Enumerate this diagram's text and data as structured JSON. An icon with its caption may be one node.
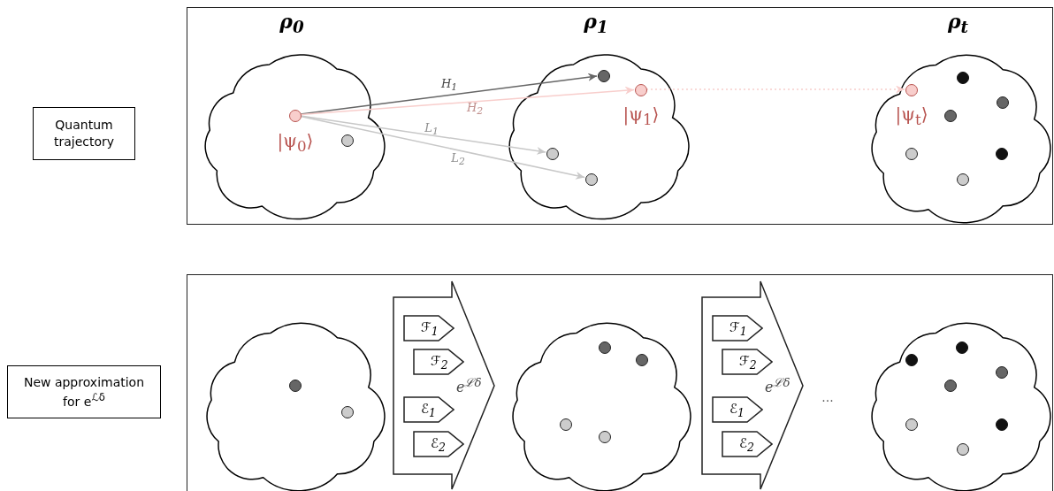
{
  "diagram": {
    "nodes": [
      {
        "text": [
          "Quantum trajectory"
        ]
      },
      {
        "text": [],
        "shape": "box"
      },
      {
        "text": [
          "ρ$_{0}$"
        ],
        "in": 1
      },
      {
        "text": [],
        "shape": "circle",
        "in": 2,
        "beside": [
          "|ψ$_{0}$⟩"
        ]
      },
      {
        "text": [],
        "shape": "circle",
        "in": 2
      },
      {
        "text": [
          "ρ$_{1}$"
        ],
        "in": 1
      },
      {
        "text": [],
        "shape": "circle",
        "in": 5
      },
      {
        "text": [],
        "shape": "circle",
        "in": 5,
        "beside": [
          "|ψ$_{1}$⟩"
        ]
      },
      {
        "text": [],
        "shape": "circle",
        "in": 5
      },
      {
        "text": [],
        "shape": "circle",
        "in": 5
      },
      {
        "text": [
          "ρ$_{t}$"
        ],
        "in": 1
      },
      {
        "text": [],
        "shape": "circle",
        "in": 10,
        "beside": [
          "|ψ$_{t}$⟩"
        ]
      },
      {
        "text": [],
        "shape": "circle",
        "in": 10
      },
      {
        "text": [],
        "shape": "circle",
        "in": 10
      },
      {
        "text": [],
        "shape": "circle",
        "in": 10
      },
      {
        "text": [],
        "shape": "circle",
        "in": 10
      },
      {
        "text": [],
        "shape": "circle",
        "in": 10
      },
      {
        "text": [],
        "shape": "circle",
        "in": 10
      },
      {
        "text": [
          "New approximation for e$^{ℒδ}$"
        ]
      },
      {
        "text": [],
        "shape": "box"
      },
      {
        "text": [],
        "shape": "cloud",
        "in": 19
      },
      {
        "text": [],
        "shape": "circle",
        "in": 20
      },
      {
        "text": [],
        "shape": "circle",
        "in": 20
      },
      {
        "text": [
          "e$^{ℒδ}$"
        ],
        "in": 19
      },
      {
        "text": [
          "ℱ$_{1}$"
        ],
        "in": 23
      },
      {
        "text": [
          "ℱ$_{2}$"
        ],
        "in": 23
      },
      {
        "text": [
          "ℰ$_{1}$"
        ],
        "in": 23
      },
      {
        "text": [
          "ℰ$_{2}$"
        ],
        "in": 23
      },
      {
        "text": [],
        "shape": "cloud",
        "in": 19
      },
      {
        "text": [],
        "shape": "circle",
        "in": 28
      },
      {
        "text": [],
        "shape": "circle",
        "in": 28
      },
      {
        "text": [],
        "shape": "circle",
        "in": 28
      },
      {
        "text": [],
        "shape": "circle",
        "in": 28
      },
      {
        "text": [
          "e$^{ℒδ}$"
        ],
        "in": 19
      },
      {
        "text": [
          "ℱ$_{1}$"
        ],
        "in": 33
      },
      {
        "text": [
          "ℱ$_{2}$"
        ],
        "in": 33
      },
      {
        "text": [
          "ℰ$_{1}$"
        ],
        "in": 33
      },
      {
        "text": [
          "ℰ$_{2}$"
        ],
        "in": 33
      },
      {
        "text": [],
        "shape": "cloud",
        "in": 19
      },
      {
        "text": [],
        "shape": "circle",
        "in": 38
      },
      {
        "text": [],
        "shape": "circle",
        "in": 38
      },
      {
        "text": [],
        "shape": "circle",
        "in": 38
      },
      {
        "text": [],
        "shape": "circle",
        "in": 38
      },
      {
        "text": [],
        "shape": "circle",
        "in": 38
      },
      {
        "text": [],
        "shape": "circle",
        "in": 38
      },
      {
        "text": [],
        "shape": "circle",
        "in": 38
      }
    ],
    "edges": [
      {
        "from": 3,
        "to": 6,
        "arrow": "to",
        "label": "H$_{1}$",
        "color": "#666666"
      },
      {
        "from": 3,
        "to": 7,
        "arrow": "to",
        "label": "H$_{2}$",
        "color": "#f8cecc"
      },
      {
        "from": 3,
        "to": 8,
        "arrow": "to",
        "label": "L$_{1}$",
        "color": "#c8c8c8"
      },
      {
        "from": 3,
        "to": 9,
        "arrow": "to",
        "label": "L$_{2}$",
        "color": "#c8c8c8"
      },
      {
        "from": 7,
        "to": 11,
        "arrow": "to",
        "style": "dashed",
        "color": "#f8cecc"
      }
    ],
    "labels": [
      "..."
    ]
  }
}
